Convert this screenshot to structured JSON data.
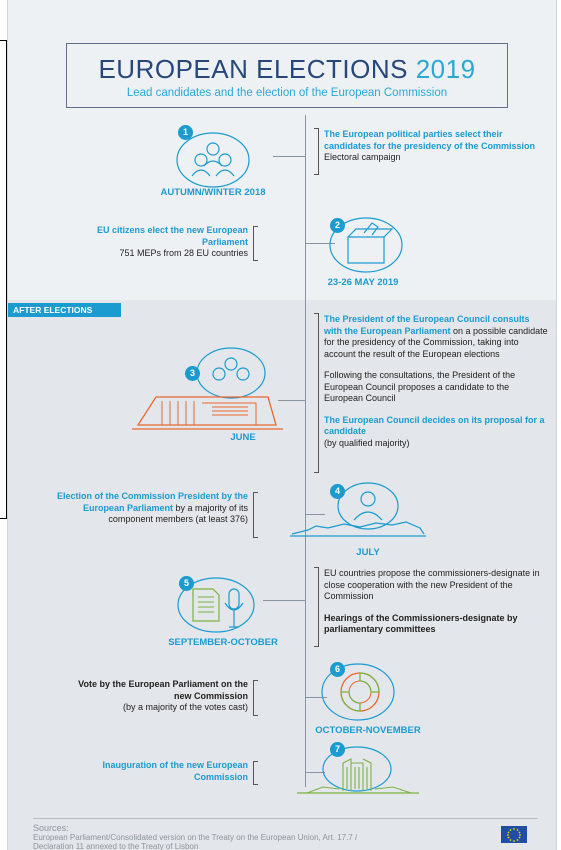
{
  "header": {
    "title_main": "EUROPEAN ELECTIONS",
    "title_year": "2019",
    "subtitle": "Lead candidates and the election of the European Commission"
  },
  "section_tag": "AFTER ELECTIONS",
  "steps": [
    {
      "number": "1",
      "date": "AUTUMN/WINTER 2018",
      "text_bold": "The European political parties select their candidates for the presidency of the Commission",
      "text": "Electoral campaign"
    },
    {
      "number": "2",
      "date": "23-26 MAY 2019",
      "text_bold": "EU citizens elect the new European Parliament",
      "text": "751 MEPs from 28 EU countries"
    },
    {
      "number": "3",
      "date": "JUNE",
      "p1_bold": "The President of the European Council consults with the European Parliament",
      "p1_rest": " on a possible candidate for the presidency of the Commission, taking into account the result of the European elections",
      "p2": "Following the consultations, the President of the European Council proposes a candidate to the European Council",
      "p3_bold": "The European Council decides on its proposal for a candidate",
      "p3_rest": "(by qualified majority)"
    },
    {
      "number": "4",
      "date": "JULY",
      "text_bold": "Election of the Commission President by the European Parliament",
      "text": " by a majority of its component members (at least 376)"
    },
    {
      "number": "5",
      "date": "SEPTEMBER-OCTOBER",
      "p1": "EU countries propose the commissioners-designate in close cooperation with the new President of the Commission",
      "p2_bold": "Hearings of the Commissioners-designate by parliamentary committees"
    },
    {
      "number": "6",
      "date": "OCTOBER-NOVEMBER",
      "text_bold": "Vote by the European Parliament on the new Commission",
      "text": "(by a majority of the votes cast)"
    },
    {
      "number": "7",
      "text_bold": "Inauguration of the new European Commission"
    }
  ],
  "footer": {
    "sources_label": "Sources:",
    "line1": "European Parliament/Consolidated version on the Treaty on the European Union, Art. 17.7 /",
    "line2": "Declaration 11 annexed to the Treaty of Lisbon"
  },
  "colors": {
    "accent": "#1b9bd0",
    "navy": "#27477a",
    "orange": "#e8682c",
    "green": "#7cb342"
  }
}
